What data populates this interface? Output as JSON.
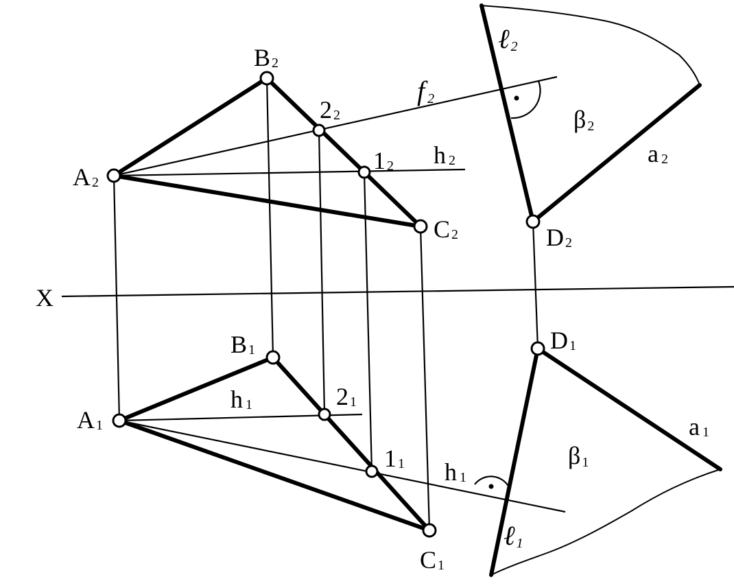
{
  "labels": {
    "B2": {
      "main": "B",
      "sub": "2"
    },
    "A2": {
      "main": "A",
      "sub": "2"
    },
    "C2": {
      "main": "C",
      "sub": "2"
    },
    "two2": {
      "main": "2",
      "sub": "2"
    },
    "one2": {
      "main": "1",
      "sub": "2"
    },
    "h2": {
      "main": "h",
      "sub": "2"
    },
    "f2": {
      "main": "f",
      "sub": "2"
    },
    "l2": {
      "main": "ℓ",
      "sub": "2"
    },
    "beta2": {
      "main": "β",
      "sub": "2"
    },
    "a2": {
      "main": "a",
      "sub": "2"
    },
    "D2": {
      "main": "D",
      "sub": "2"
    },
    "X": {
      "main": "X"
    },
    "B1": {
      "main": "B",
      "sub": "1"
    },
    "A1": {
      "main": "A",
      "sub": "1"
    },
    "h1_left": {
      "main": "h",
      "sub": "1"
    },
    "two1": {
      "main": "2",
      "sub": "1"
    },
    "one1": {
      "main": "1",
      "sub": "1"
    },
    "h1_right": {
      "main": "h",
      "sub": "1"
    },
    "C1": {
      "main": "C",
      "sub": "1"
    },
    "D1": {
      "main": "D",
      "sub": "1"
    },
    "a1": {
      "main": "a",
      "sub": "1"
    },
    "beta1": {
      "main": "β",
      "sub": "1"
    },
    "l1": {
      "main": "ℓ",
      "sub": "1"
    }
  }
}
